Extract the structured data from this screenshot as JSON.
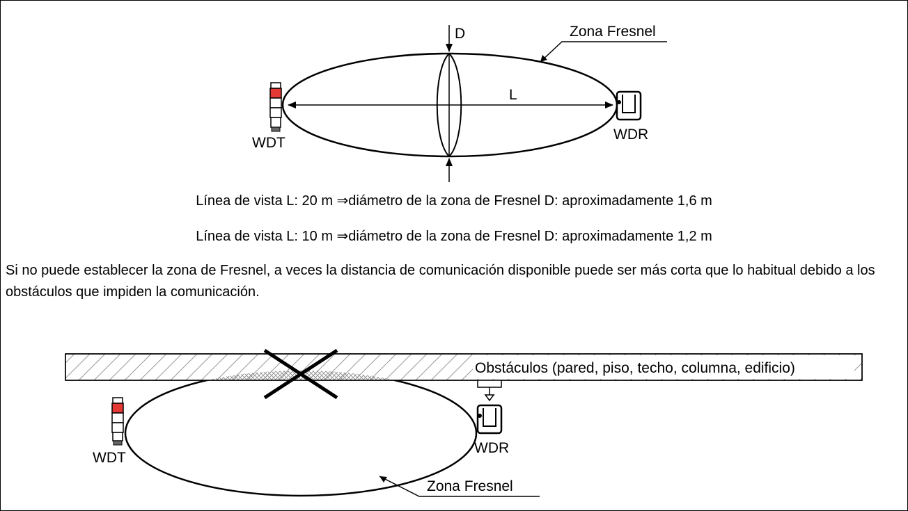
{
  "diagram1": {
    "label_D": "D",
    "label_L": "L",
    "label_zone": "Zona Fresnel",
    "label_wdt": "WDT",
    "label_wdr": "WDR"
  },
  "text": {
    "line1": "Línea de vista L: 20 m ⇒diámetro de la zona de Fresnel D: aproximadamente 1,6 m",
    "line2": "Línea de vista L: 10 m ⇒diámetro de la zona de Fresnel D: aproximadamente 1,2 m",
    "note": "Si no puede establecer la zona de Fresnel, a veces la distancia de comunicación disponible puede ser más corta que lo habitual debido a los obstáculos que impiden la comunicación."
  },
  "diagram2": {
    "label_obstacles": "Obstáculos (pared, piso, techo, columna, edificio)",
    "label_zone": "Zona Fresnel",
    "label_wdt": "WDT",
    "label_wdr": "WDR"
  },
  "colors": {
    "tower_light": "#e53935",
    "line": "#000000"
  }
}
